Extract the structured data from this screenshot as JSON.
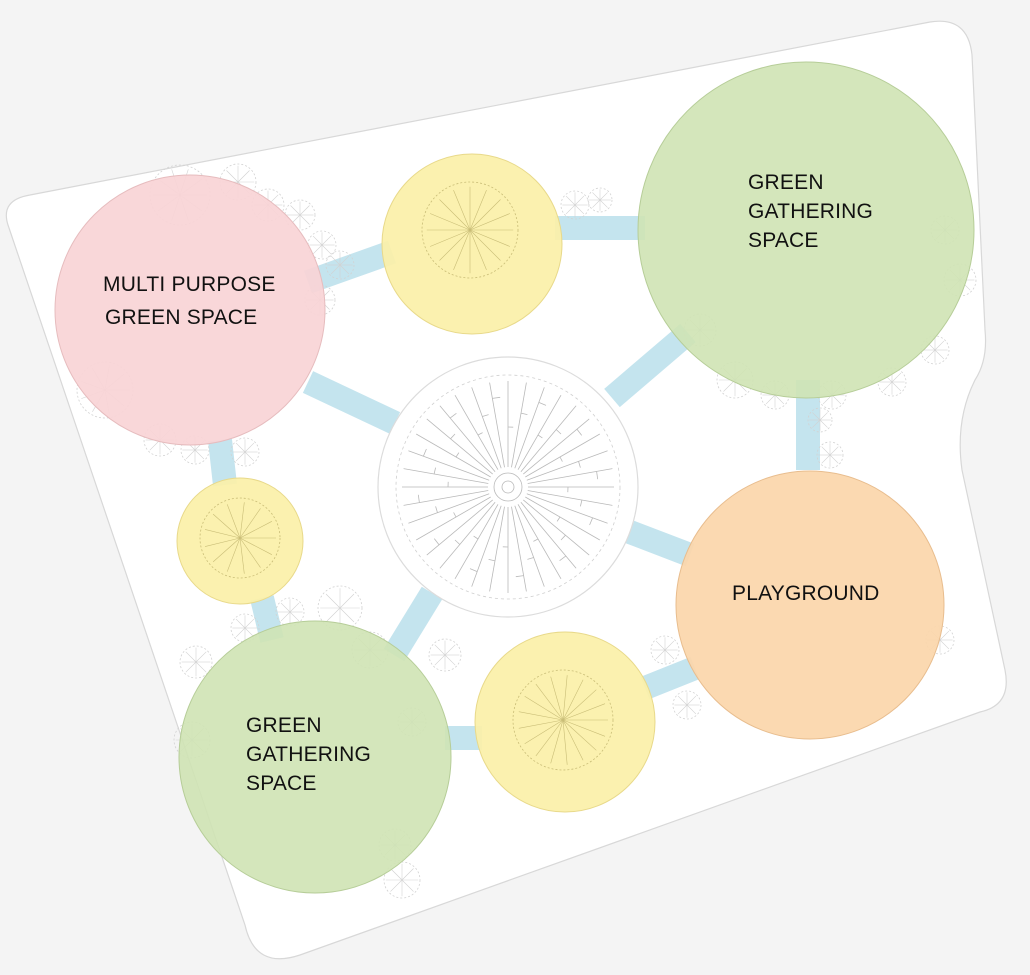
{
  "colors": {
    "background": "#f4f4f4",
    "site": "#ffffff",
    "path": "#c4e4ee",
    "multi_purpose": "#f9d4d6",
    "green_gathering": "#cfe3b4",
    "playground": "#fbd6aa",
    "tree_node": "#fbf0a8",
    "line": "#a9a9a9"
  },
  "zones": {
    "multi_purpose": {
      "line1": "MULTI PURPOSE",
      "line2": "GREEN SPACE"
    },
    "gathering_top": {
      "line1": "GREEN",
      "line2": "GATHERING",
      "line3": "SPACE"
    },
    "playground": {
      "line1": "PLAYGROUND"
    },
    "gathering_bottom": {
      "line1": "GREEN",
      "line2": "GATHERING",
      "line3": "SPACE"
    }
  },
  "icons": {
    "tree": "tree-canopy-icon",
    "central_plaza": "radial-plaza-icon"
  }
}
